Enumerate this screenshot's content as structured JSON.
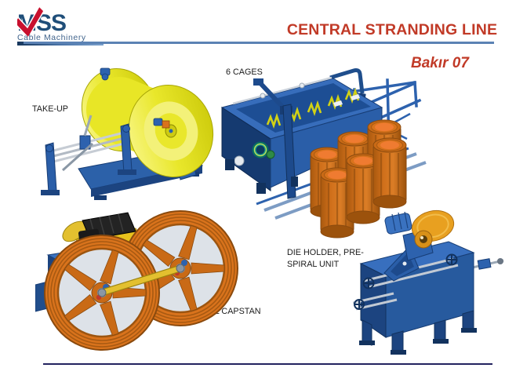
{
  "header": {
    "logo": {
      "brand": "MSS",
      "tagline": "Cable Machinery",
      "check_color": "#C8102E",
      "text_color": "#1F4E79"
    },
    "title": "CENTRAL STRANDING LINE",
    "subtitle": "Bakır 07",
    "title_color": "#C13A27",
    "divider_color": "#5B82B4"
  },
  "machines": {
    "take_up": {
      "label": "TAKE-UP",
      "colors": {
        "reel": "#E8E626",
        "frame": "#2A5EA8",
        "traverse_rails": "#C6CCD4"
      }
    },
    "six_cages": {
      "label": "6 CAGES",
      "bobbin_count": 6,
      "colors": {
        "body": "#2A5EA8",
        "bobbins": "#D9731C",
        "guide_ring": "#18A08E",
        "cradles": "#D2D215"
      }
    },
    "dual_wheel_capstan": {
      "label": "DUAL WHEEL CAPSTAN",
      "colors": {
        "wheels": "#D9731C",
        "gearbox": "#2A5EA8",
        "motor": "#232323",
        "motor_mount": "#E8C21D",
        "tie_bar": "#E3C02F"
      }
    },
    "die_holder": {
      "label_line1": "DIE HOLDER, PRE-",
      "label_line2": "SPIRAL UNIT",
      "colors": {
        "bench": "#275A9E",
        "motor": "#E8A020",
        "cylinder": "#3A72C0"
      }
    }
  }
}
